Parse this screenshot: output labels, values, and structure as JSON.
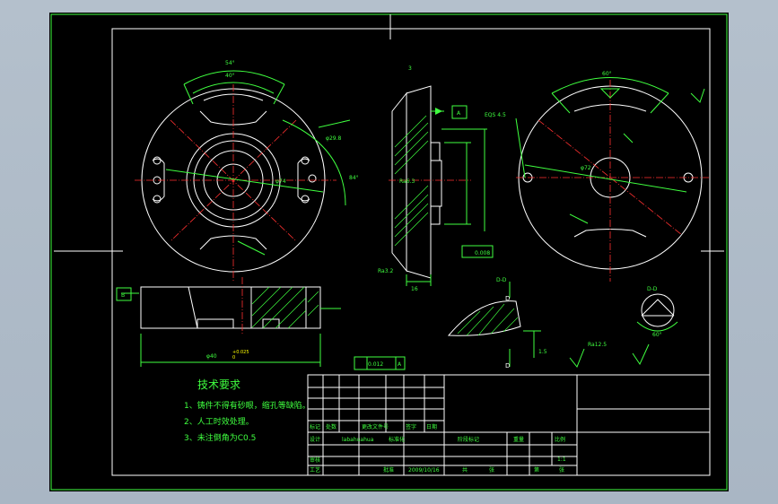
{
  "tech_requirements": {
    "title": "技术要求",
    "items": [
      "1、铸件不得有砂眼，缩孔等缺陷。",
      "2、人工时效处理。",
      "3、未注倒角为C0.5"
    ]
  },
  "dims": {
    "top_angle_outer": "54°",
    "top_angle_inner": "40°",
    "side_angle": "84°",
    "right_top_angle": "60°",
    "d_a": "φ29.8",
    "d_b": "φ74",
    "d_c": "φ72",
    "pitch": "EQS 4.5",
    "chamfer": "3",
    "tol_a": "Ra6.3",
    "tol_b": "Ra3.2",
    "tol_c": "Ra12.5",
    "len_16": "16",
    "len_15": "1.5",
    "bore_d": "φ40",
    "flat": "0.008",
    "perp": "0.012",
    "datum_a": "A",
    "datum_b": "B",
    "section": "D",
    "sec_mark": "D-D",
    "angle_60": "60°"
  },
  "title_block": {
    "h_marks": "标记",
    "h_count": "处数",
    "h_area": "更改文件号",
    "h_sign": "签字",
    "h_date": "日期",
    "designer": "设计",
    "designer_name": "labahuahua",
    "standard": "标准化",
    "review": "审核",
    "process": "工艺",
    "approve": "批准",
    "approve_date": "2009/10/16",
    "stage_label": "阶段标记",
    "weight_label": "重量",
    "scale_label": "比例",
    "scale_value": "1:1",
    "total_label": "共",
    "sheet_unit": "张",
    "page_label": "第"
  }
}
